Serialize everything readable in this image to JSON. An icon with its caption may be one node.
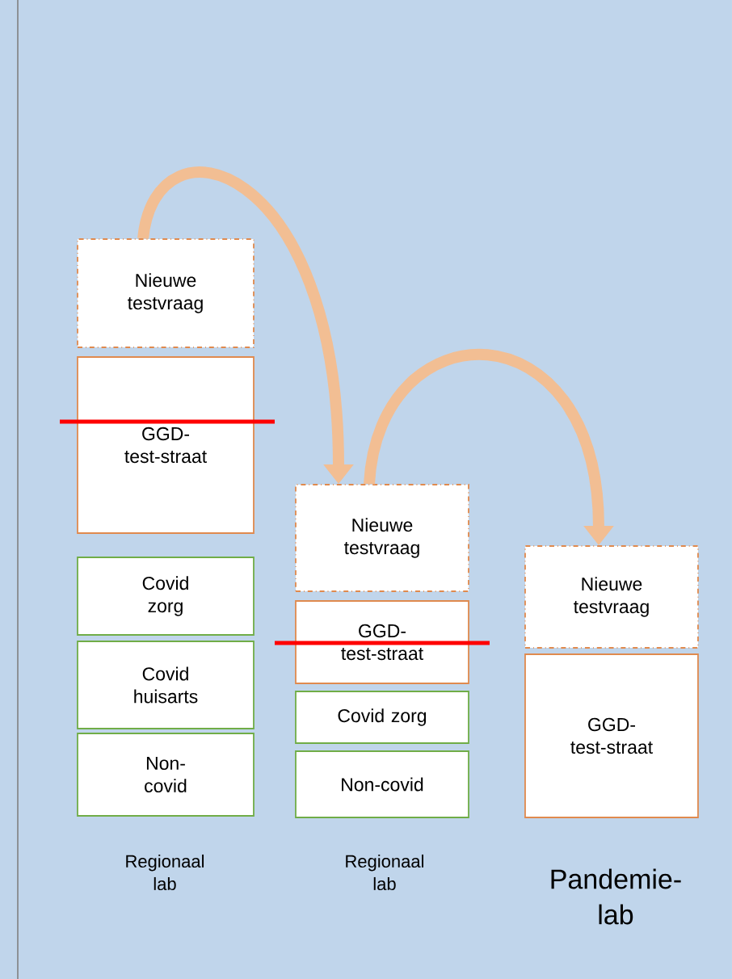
{
  "diagram": {
    "nodes": [
      {
        "text": [
          "Nieuwe testvraag"
        ]
      },
      {
        "text": [
          "GGD-test-straat"
        ]
      },
      {
        "text": [
          "Covid zorg"
        ]
      },
      {
        "text": [
          "Covid huisarts"
        ]
      },
      {
        "text": [
          "Non-covid"
        ]
      },
      {
        "text": [
          "Nieuwe testvraag"
        ]
      },
      {
        "text": [
          "GGD-test-straat"
        ]
      },
      {
        "text": [
          "Covid zorg"
        ]
      },
      {
        "text": [
          "Non-covid"
        ]
      },
      {
        "text": [
          "Nieuwe testvraag"
        ]
      },
      {
        "text": [
          "GGD-test-straat"
        ]
      }
    ],
    "edges": [
      {
        "from": 0,
        "to": 5,
        "arrow": "to"
      },
      {
        "from": 5,
        "to": 9,
        "arrow": "to"
      }
    ],
    "labels": [
      "Regionaal lab",
      "Regionaal lab",
      "Pandemie-lab"
    ]
  }
}
